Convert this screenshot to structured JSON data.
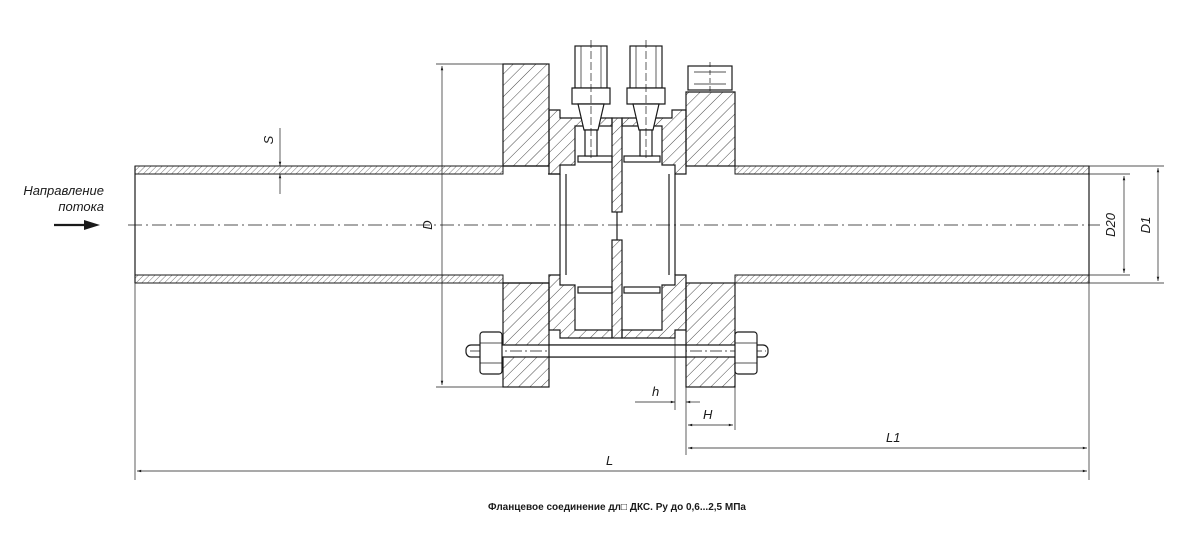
{
  "labels": {
    "flow_line1": "Направление",
    "flow_line2": "потока",
    "S": "S",
    "D": "D",
    "D20": "D20",
    "D1": "D1",
    "h": "h",
    "H": "H",
    "L1": "L1",
    "L": "L"
  },
  "caption": "Фланцевое соединение дл□ ДКС. Ру до 0,6...2,5 МПа"
}
